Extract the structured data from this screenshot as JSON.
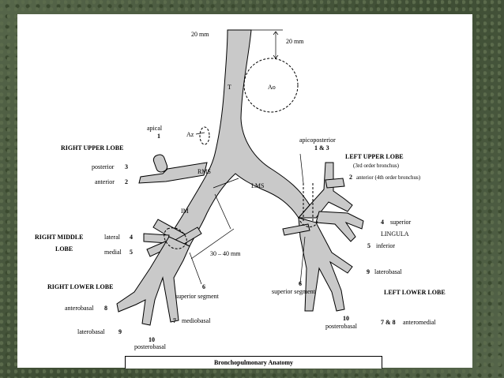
{
  "diagram": {
    "measures": {
      "top_left": "20 mm",
      "top_right": "20 mm",
      "oblique": "30 – 40 mm"
    },
    "structures": {
      "trachea": "T",
      "aorta": "Ao",
      "azygos": "Az",
      "rms": "RMS",
      "lms": "LMS",
      "im": "IM"
    },
    "right": {
      "apical_name": "apical",
      "apical_num": "1",
      "upper_lobe": "RIGHT UPPER LOBE",
      "posterior": "posterior",
      "posterior_num": "3",
      "anterior": "anterior",
      "anterior_num": "2",
      "middle_lobe_1": "RIGHT MIDDLE",
      "middle_lobe_2": "LOBE",
      "lateral": "lateral",
      "lateral_num": "4",
      "medial": "medial",
      "medial_num": "5",
      "lower_lobe": "RIGHT LOWER LOBE",
      "anterobasal": "anterobasal",
      "anterobasal_num": "8",
      "laterobasal": "laterobasal",
      "laterobasal_num": "9",
      "superior_num": "6",
      "superior_segment": "superior segment",
      "mediobasal_num": "7",
      "mediobasal": "mediobasal",
      "posterobasal_num": "10",
      "posterobasal": "posterobasal"
    },
    "left": {
      "apicoposterior": "apicoposterior",
      "apicoposterior_num": "1 & 3",
      "upper_lobe": "LEFT UPPER LOBE",
      "third_order": "(3rd order bronchus)",
      "anterior_num": "2",
      "anterior": "anterior (4th order bronchus)",
      "superior_num": "4",
      "superior": "superior",
      "lingula": "LINGULA",
      "inferior_num": "5",
      "inferior": "inferior",
      "superior_seg_num": "6",
      "superior_segment": "superior segment",
      "laterobasal_num": "9",
      "laterobasal": "laterobasal",
      "lower_lobe": "LEFT LOWER LOBE",
      "posterobasal_num": "10",
      "posterobasal": "posterobasal",
      "anteromedial_num": "7 & 8",
      "anteromedial": "anteromedial"
    },
    "caption": "Bronchopulmonary Anatomy"
  }
}
